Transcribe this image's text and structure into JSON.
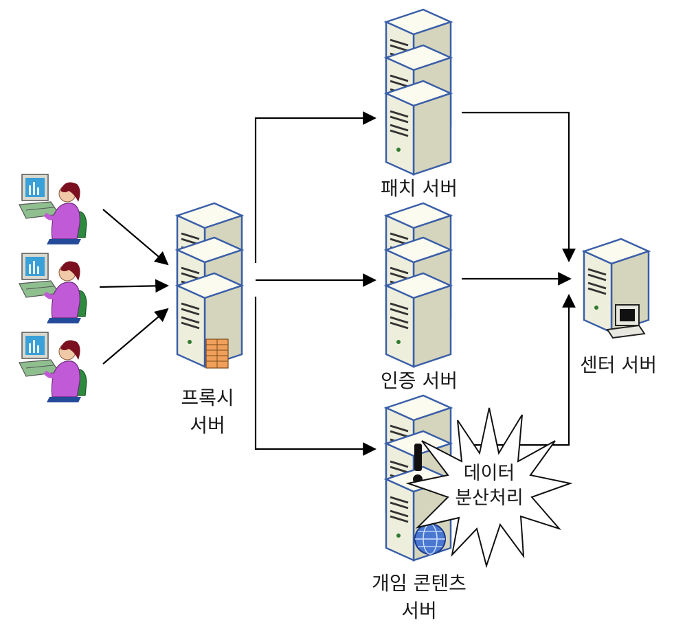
{
  "nodes": {
    "proxy_server": {
      "line1": "프록시",
      "line2": "서버"
    },
    "patch_server": {
      "label": "패치 서버"
    },
    "auth_server": {
      "label": "인증 서버"
    },
    "game_content_server": {
      "line1": "개임 콘텐츠",
      "line2": "서버"
    },
    "center_server": {
      "label": "센터 서버"
    }
  },
  "callout": {
    "line1": "데이터",
    "line2": "분산처리"
  },
  "colors": {
    "server_outline": "#3a5fa8",
    "server_body": "#f1f1e0",
    "server_side": "#d5d5bd",
    "arrow": "#000000",
    "user_shirt": "#c15ad6",
    "user_hair": "#7a1020",
    "monitor_screen": "#3aa0d8",
    "chair": "#2d8a3e"
  }
}
